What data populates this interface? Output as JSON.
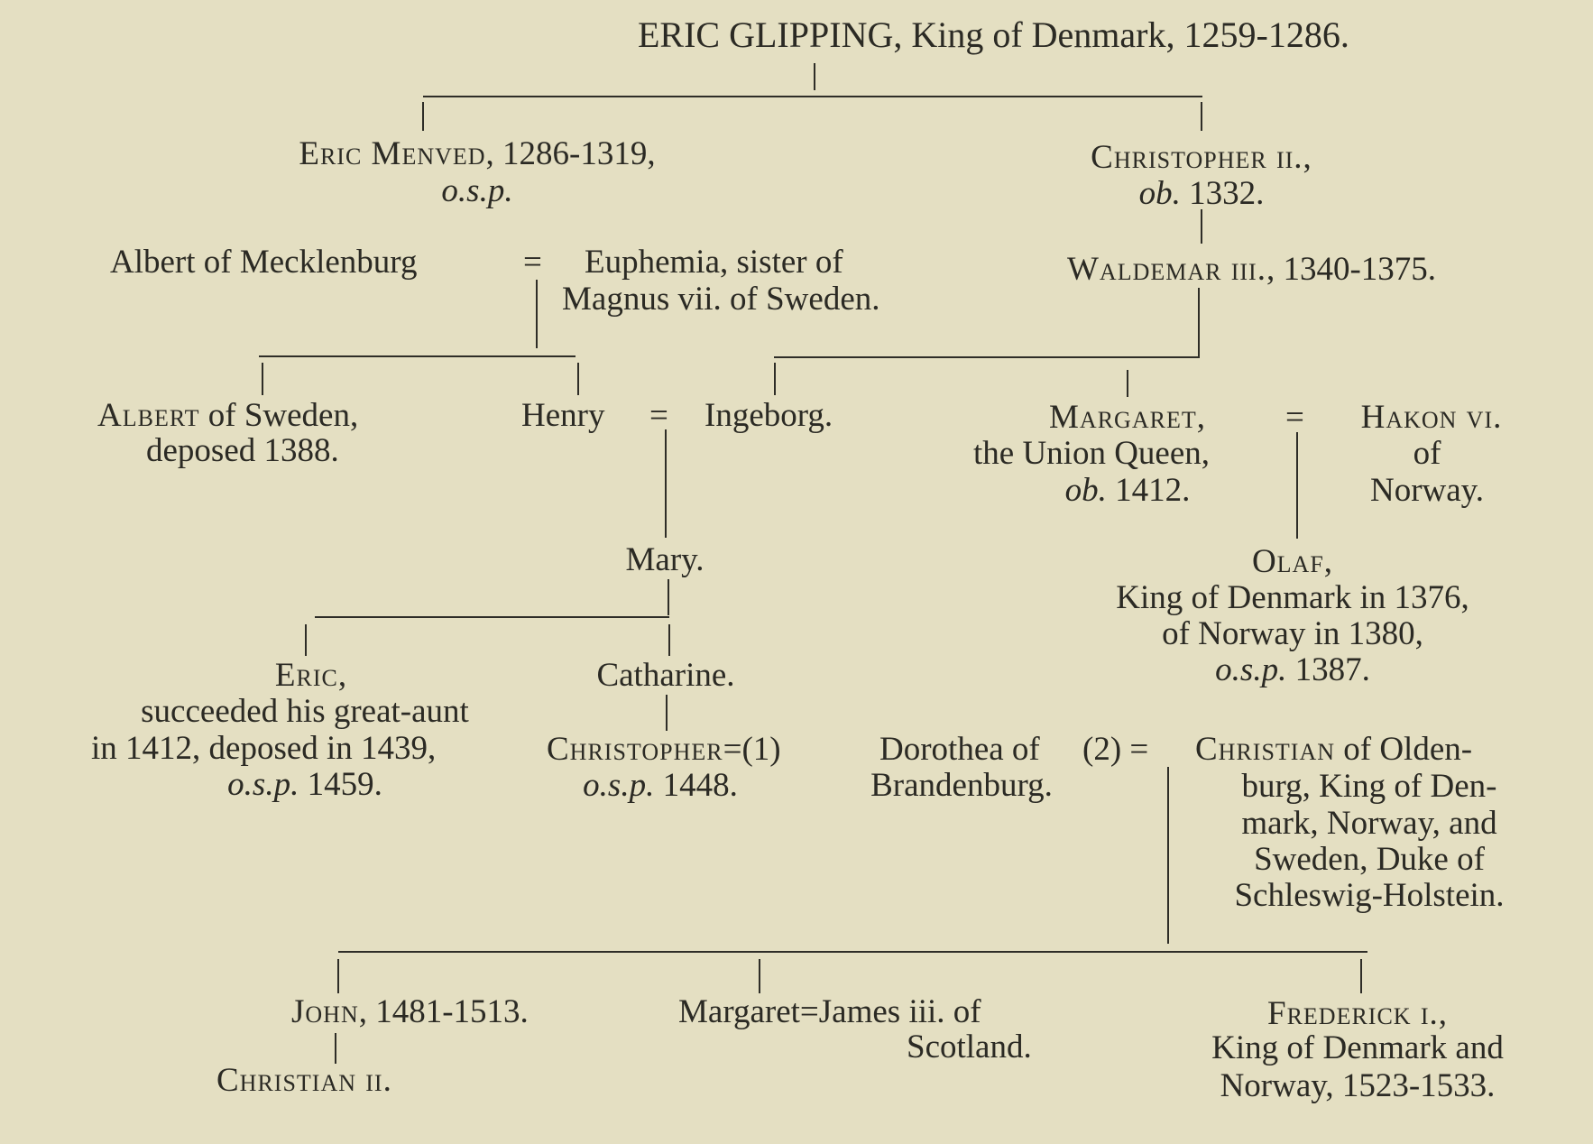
{
  "title": {
    "name": "ERIC GLIPPING",
    "rest": ", King of Denmark, 1259-1286."
  },
  "gen1": {
    "eric_menved": {
      "name": "Eric Menved",
      "dates": ", 1286-1319,",
      "note": "o.s.p."
    },
    "christopher_ii": {
      "name": "Christopher ii.,",
      "note_it": "ob.",
      "note": " 1332."
    }
  },
  "gen2": {
    "albert_mecklenburg": "Albert of Mecklenburg",
    "eq1": "=",
    "euphemia_line1": "Euphemia, sister of",
    "euphemia_line2": "Magnus vii. of Sweden.",
    "waldemar": {
      "name": "Waldemar iii.",
      "dates": ", 1340-1375."
    }
  },
  "gen3": {
    "albert_sweden": {
      "name": "Albert",
      "rest": " of Sweden,",
      "line2": "deposed 1388."
    },
    "henry": "Henry",
    "eq2": "=",
    "ingeborg": "Ingeborg.",
    "margaret": {
      "name": "Margaret,",
      "line2": "the Union Queen,",
      "note_it": "ob.",
      "note": " 1412."
    },
    "eq3": "=",
    "hakon": {
      "name": "Hakon vi.",
      "line2": "of",
      "line3": "Norway."
    }
  },
  "gen4": {
    "mary": "Mary.",
    "olaf": {
      "name": "Olaf,",
      "line2": "King of Denmark in 1376,",
      "line3": "of Norway in 1380,",
      "note_it": "o.s.p.",
      "note": " 1387."
    }
  },
  "gen5": {
    "eric": {
      "name": "Eric,",
      "line2": "succeeded his great-aunt",
      "line3": "in 1412, deposed in 1439,",
      "note_it": "o.s.p.",
      "note": " 1459."
    },
    "catharine": "Catharine."
  },
  "gen6": {
    "christopher": {
      "name": "Christopher",
      "note_it": "o.s.p.",
      "note": " 1448."
    },
    "marriage_1": "=(1)",
    "dorothea_line1": "Dorothea of",
    "dorothea_line2": "Brandenburg.",
    "marriage_2": "(2) =",
    "christian_oldenburg": {
      "name": "Christian",
      "line1_rest": " of Olden-",
      "line2": "burg, King of Den-",
      "line3": "mark, Norway, and",
      "line4": "Sweden, Duke of",
      "line5": "Schleswig-Holstein."
    }
  },
  "gen7": {
    "john": {
      "name": "John",
      "dates": ", 1481-1513."
    },
    "christian_ii": "Christian ii.",
    "margaret_james": "Margaret=James iii. of",
    "scotland": "Scotland.",
    "frederick": {
      "name": "Frederick i.,",
      "line2": "King of Denmark and",
      "line3": "Norway, 1523-1533."
    }
  }
}
